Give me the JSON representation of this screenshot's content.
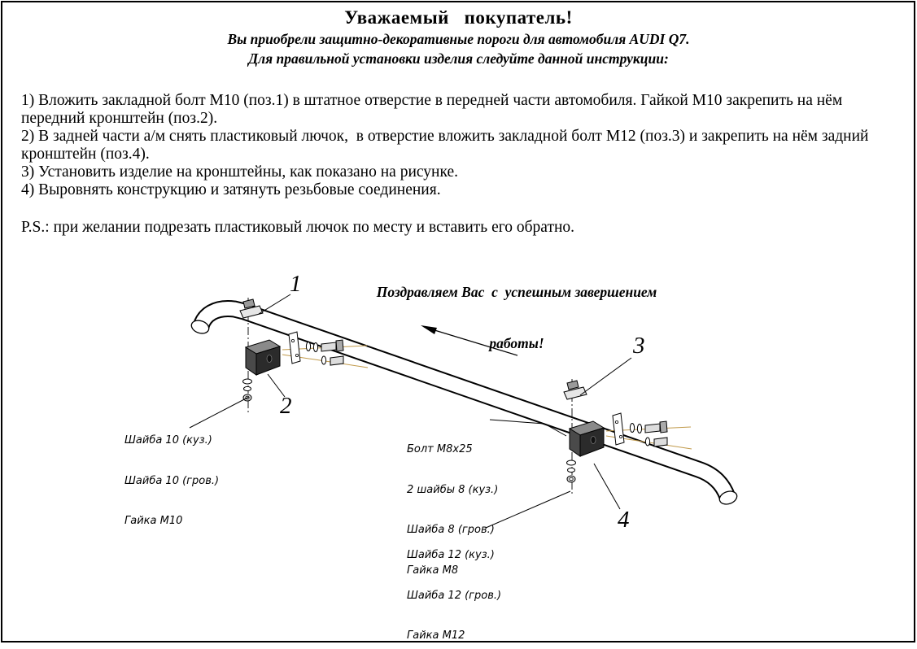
{
  "header": {
    "title": "Уважаемый   покупатель!",
    "subtitle1": "Вы приобрели защитно-декоративные пороги для автомобиля AUDI Q7.",
    "subtitle2": "Для правильной установки изделия следуйте данной инструкции:"
  },
  "instructions": {
    "items": [
      "1) Вложить закладной болт М10 (поз.1) в штатное отверстие в передней части автомобиля. Гайкой М10 закрепить на нём передний кронштейн (поз.2).",
      "2) В задней части а/м снять пластиковый лючок,  в отверстие вложить закладной болт М12 (поз.3) и закрепить на нём задний кронштейн (поз.4).",
      "3) Установить изделие на кронштейны, как показано на рисунке.",
      "4) Выровнять конструкцию и затянуть резьбовые соединения."
    ],
    "postscript": "P.S.: при желании подрезать пластиковый лючок по месту и вставить его обратно."
  },
  "congrats": {
    "line1": "Поздравляем Вас  с  успешным завершением",
    "line2": "работы!"
  },
  "diagram": {
    "callouts": {
      "c1": "1",
      "c2": "2",
      "c3": "3",
      "c4": "4"
    },
    "front_fasteners": [
      "Шайба 10 (куз.)",
      "Шайба 10 (гров.)",
      "Гайка М10"
    ],
    "rear_bolt_fasteners": [
      "Болт М8х25",
      "2 шайбы 8 (куз.)",
      "Шайба 8 (гров.)",
      "Гайка М8"
    ],
    "rear_fasteners": [
      "Шайба 12 (куз.)",
      "Шайба 12 (гров.)",
      "Гайка М12"
    ],
    "colors": {
      "axis": "#c19a4b",
      "bracket_dark": "#2b2b2b",
      "bracket_mid": "#4a4a4a",
      "bracket_light": "#8a8a8a"
    }
  }
}
